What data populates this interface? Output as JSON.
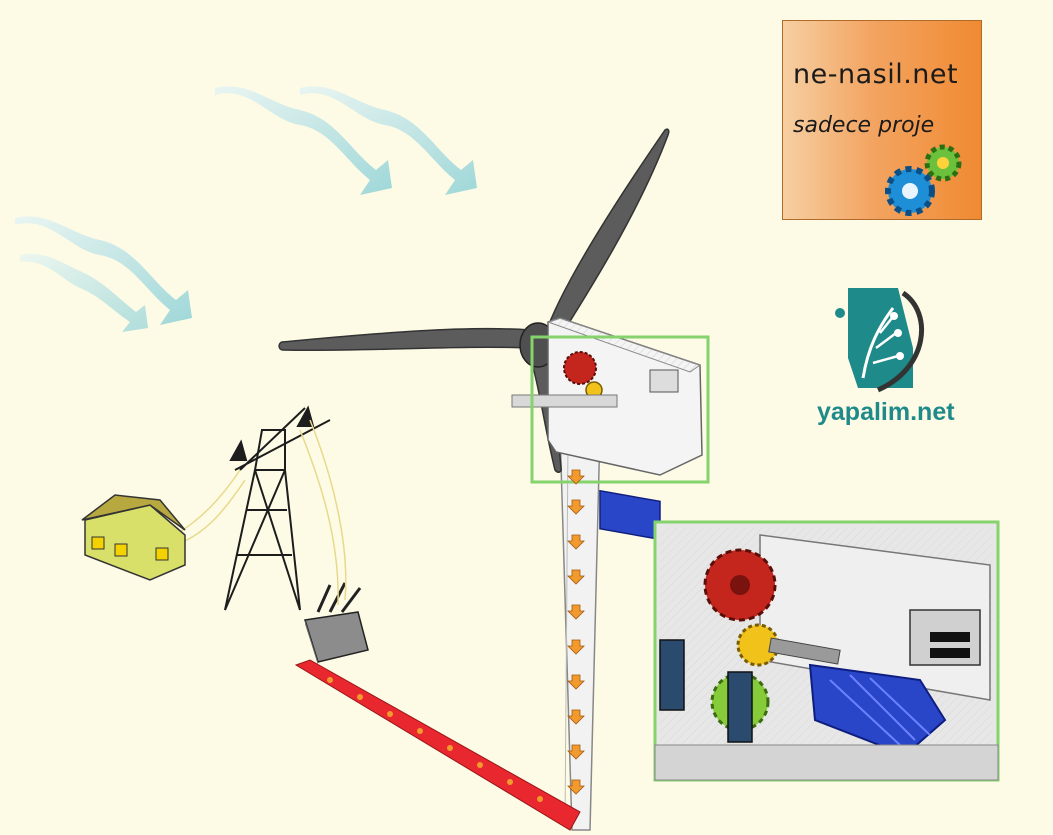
{
  "logos": {
    "nenasil_line1": "ne-nasil.net",
    "nenasil_line2": "sadece proje",
    "yapalim_text": "yapalim.net"
  },
  "colors": {
    "background": "#fdfbe6",
    "wind_arrows": "#a9dce0",
    "blades": "#5f5f5f",
    "house": "#d8e06a",
    "house_roof": "#b8a840",
    "tower_outline": "#222222",
    "ground_cable": "#e8282e",
    "flow_arrows": "#f29a2e",
    "highlight_frame": "#84d36c",
    "generator": "#2a46c8",
    "gear_red": "#c4261e",
    "gear_yellow": "#f0c21a",
    "gear_green": "#86cc3a"
  },
  "icons": [
    "gear-icon",
    "circuit-tree-icon"
  ]
}
